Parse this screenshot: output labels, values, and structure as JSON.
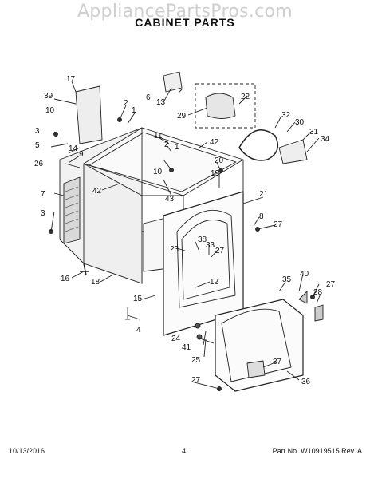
{
  "watermark": "AppliancePartsPros.com",
  "title": "CABINET PARTS",
  "callouts": [
    {
      "id": "c17",
      "label": "17"
    },
    {
      "id": "c39",
      "label": "39"
    },
    {
      "id": "c10a",
      "label": "10"
    },
    {
      "id": "c2a",
      "label": "2"
    },
    {
      "id": "c1a",
      "label": "1"
    },
    {
      "id": "c6",
      "label": "6"
    },
    {
      "id": "c13",
      "label": "13"
    },
    {
      "id": "c22",
      "label": "22"
    },
    {
      "id": "c29",
      "label": "29"
    },
    {
      "id": "c32",
      "label": "32"
    },
    {
      "id": "c30",
      "label": "30"
    },
    {
      "id": "c31",
      "label": "31"
    },
    {
      "id": "c34",
      "label": "34"
    },
    {
      "id": "c3a",
      "label": "3"
    },
    {
      "id": "c5",
      "label": "5"
    },
    {
      "id": "c14",
      "label": "14"
    },
    {
      "id": "c9",
      "label": "9"
    },
    {
      "id": "c26",
      "label": "26"
    },
    {
      "id": "c11",
      "label": "11"
    },
    {
      "id": "c2b",
      "label": "2"
    },
    {
      "id": "c1b",
      "label": "1"
    },
    {
      "id": "c42a",
      "label": "42"
    },
    {
      "id": "c10b",
      "label": "10"
    },
    {
      "id": "c20",
      "label": "20"
    },
    {
      "id": "c19",
      "label": "19"
    },
    {
      "id": "c42b",
      "label": "42"
    },
    {
      "id": "c43",
      "label": "43"
    },
    {
      "id": "c7",
      "label": "7"
    },
    {
      "id": "c21",
      "label": "21"
    },
    {
      "id": "c3b",
      "label": "3"
    },
    {
      "id": "c8",
      "label": "8"
    },
    {
      "id": "c27a",
      "label": "27"
    },
    {
      "id": "c38",
      "label": "38"
    },
    {
      "id": "c23",
      "label": "23"
    },
    {
      "id": "c33",
      "label": "33"
    },
    {
      "id": "c27b",
      "label": "27"
    },
    {
      "id": "c16",
      "label": "16"
    },
    {
      "id": "c18",
      "label": "18"
    },
    {
      "id": "c12",
      "label": "12"
    },
    {
      "id": "c35",
      "label": "35"
    },
    {
      "id": "c40",
      "label": "40"
    },
    {
      "id": "c27c",
      "label": "27"
    },
    {
      "id": "c28",
      "label": "28"
    },
    {
      "id": "c15",
      "label": "15"
    },
    {
      "id": "c4",
      "label": "4"
    },
    {
      "id": "c24",
      "label": "24"
    },
    {
      "id": "c41",
      "label": "41"
    },
    {
      "id": "c25",
      "label": "25"
    },
    {
      "id": "c37",
      "label": "37"
    },
    {
      "id": "c36",
      "label": "36"
    },
    {
      "id": "c27d",
      "label": "27"
    }
  ],
  "footer": {
    "date": "10/13/2016",
    "page": "4",
    "part_no": "Part No. W10919515  Rev. A"
  }
}
